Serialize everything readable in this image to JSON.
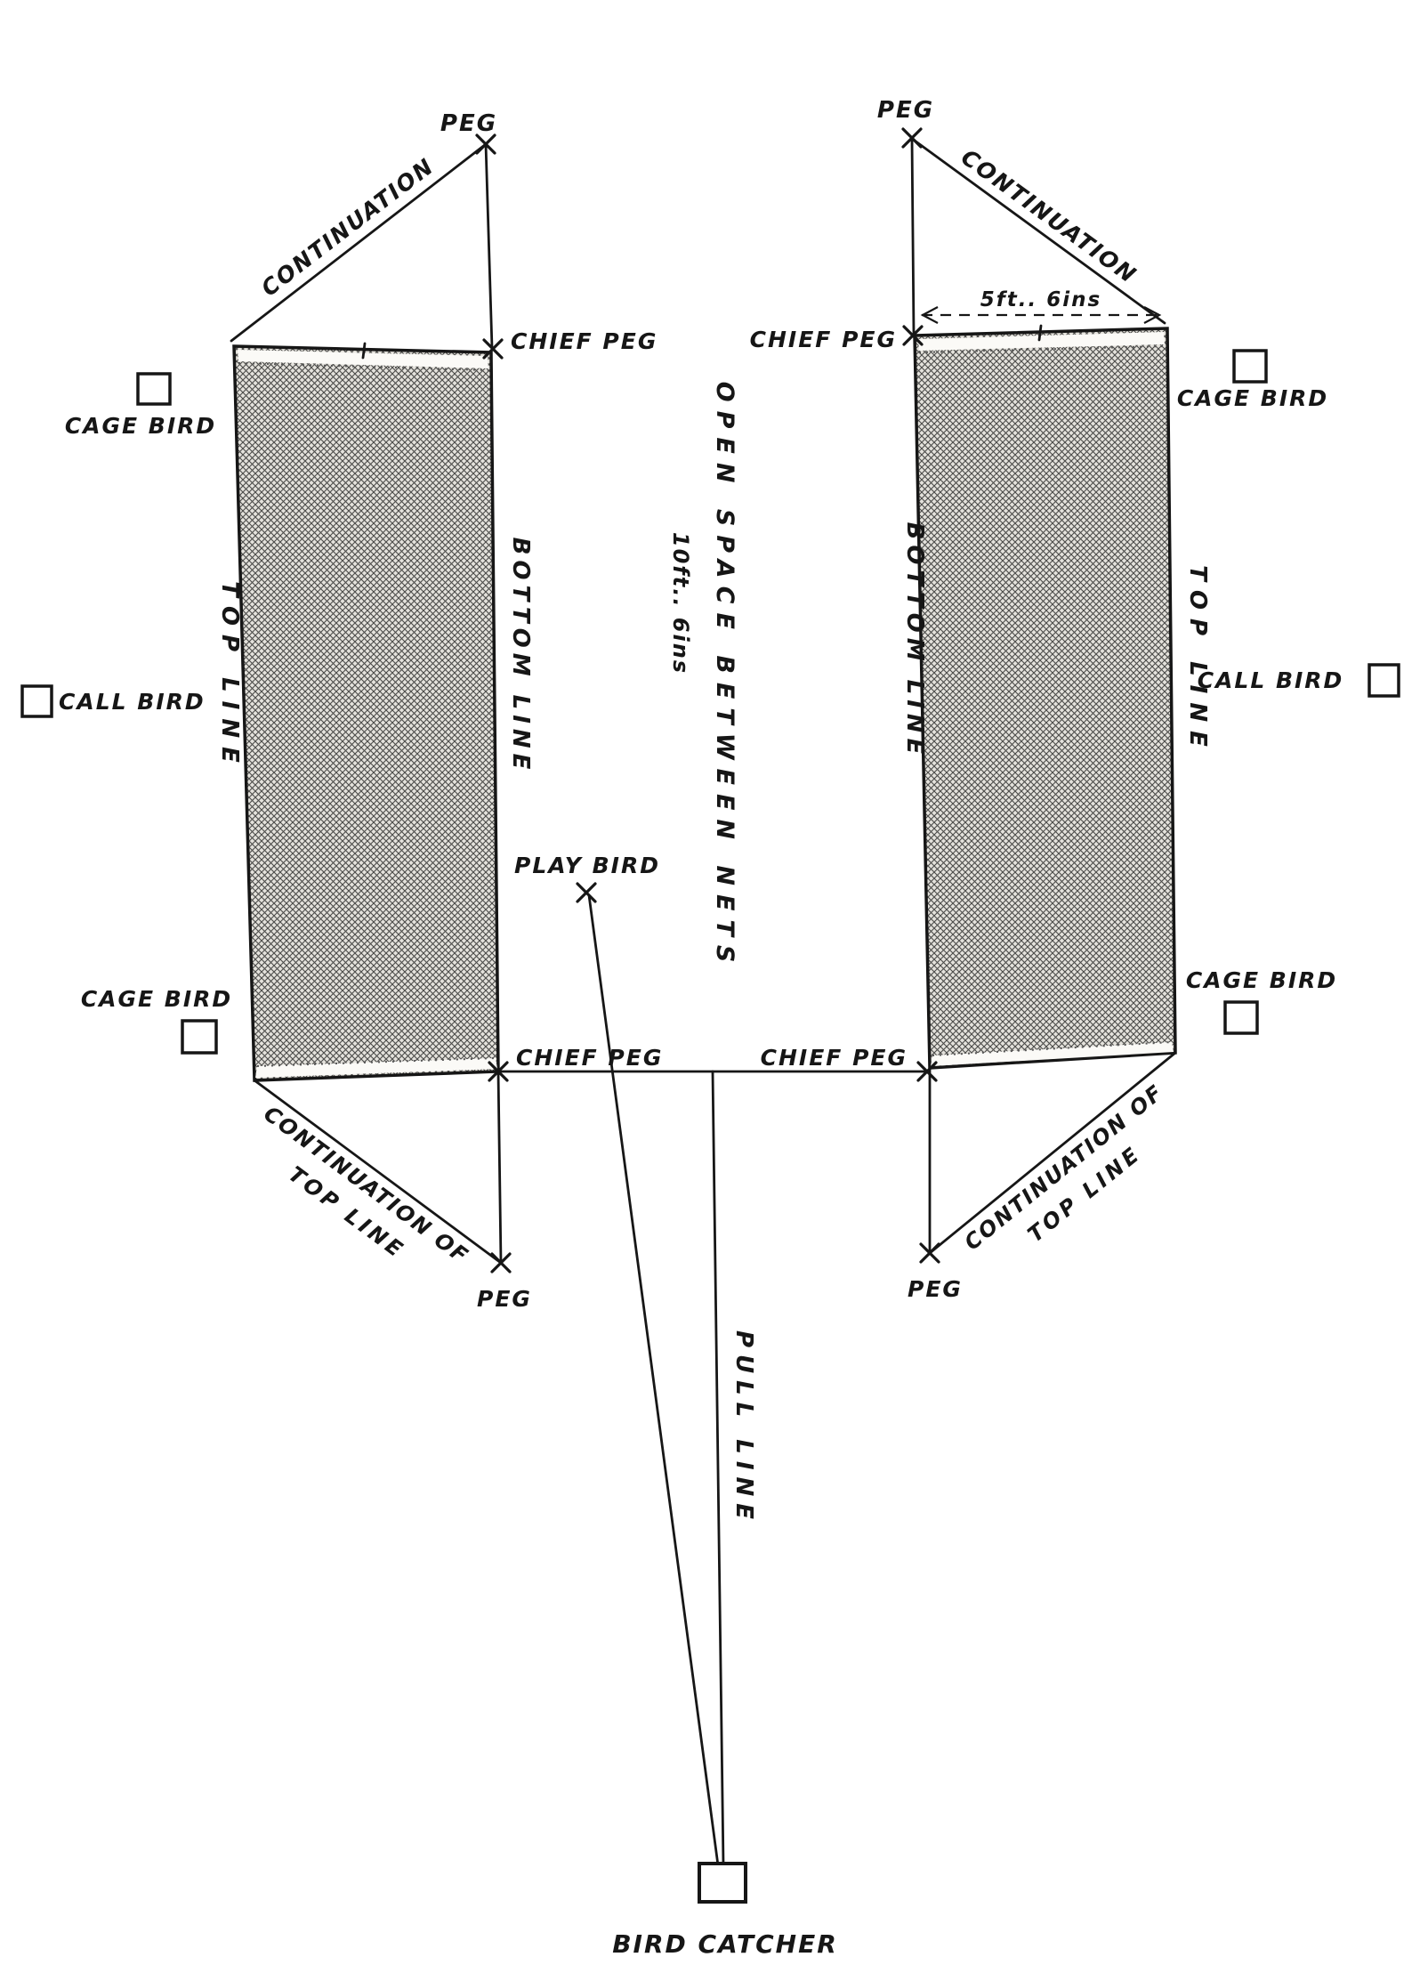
{
  "labels": {
    "peg": "PEG",
    "chief_peg": "CHIEF PEG",
    "cage_bird": "CAGE BIRD",
    "call_bird": "CALL BIRD",
    "top_line": "TOP LINE",
    "bottom_line": "BOTTOM LINE",
    "continuation": "CONTINUATION",
    "continuation_of": "CONTINUATION OF",
    "open_space": "OPEN SPACE BETWEEN NETS",
    "open_space_dimension": "10ft.. 6ins",
    "net_width_dimension": "5ft.. 6ins",
    "play_bird": "PLAY BIRD",
    "pull_line": "PULL LINE",
    "bird_catcher": "BIRD CATCHER"
  },
  "colors": {
    "ink": "#161616",
    "paper": "#ffffff",
    "net_fill": "#e4e2dc",
    "net_mesh": "#4a4a48"
  }
}
